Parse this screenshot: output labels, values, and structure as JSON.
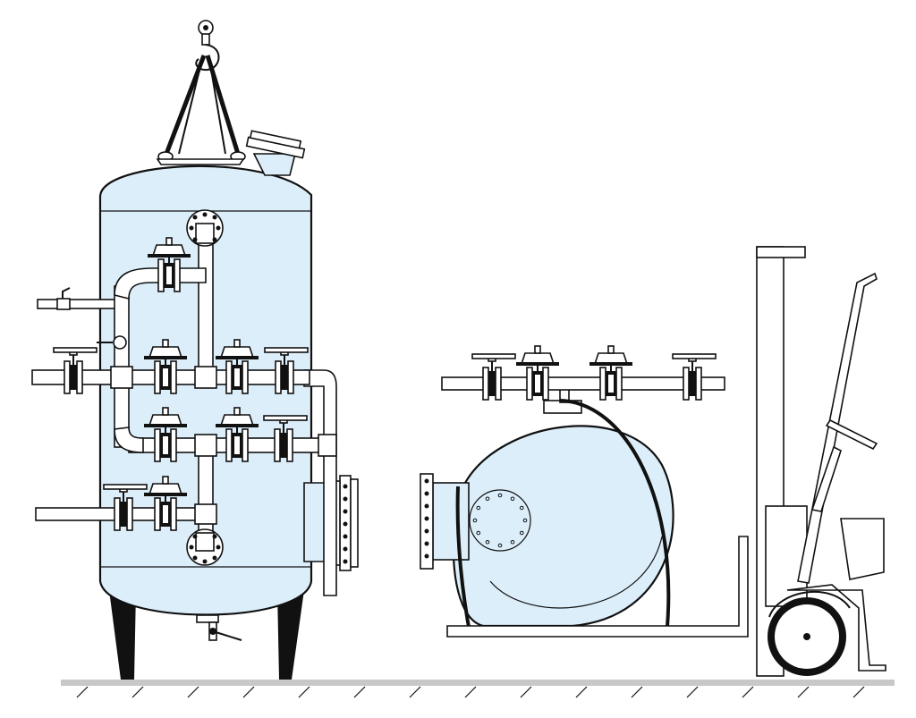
{
  "diagram": {
    "objects": [
      "vertical-filter-tank-hanging-from-crane-hook",
      "horizontal-tank-on-forklift-with-pipe-manifold",
      "forklift-truck"
    ],
    "colors": {
      "tank_fill": "#dceefa",
      "outline": "#111111",
      "ground": "#c8c8c8",
      "background": "#ffffff"
    },
    "text_labels": []
  }
}
